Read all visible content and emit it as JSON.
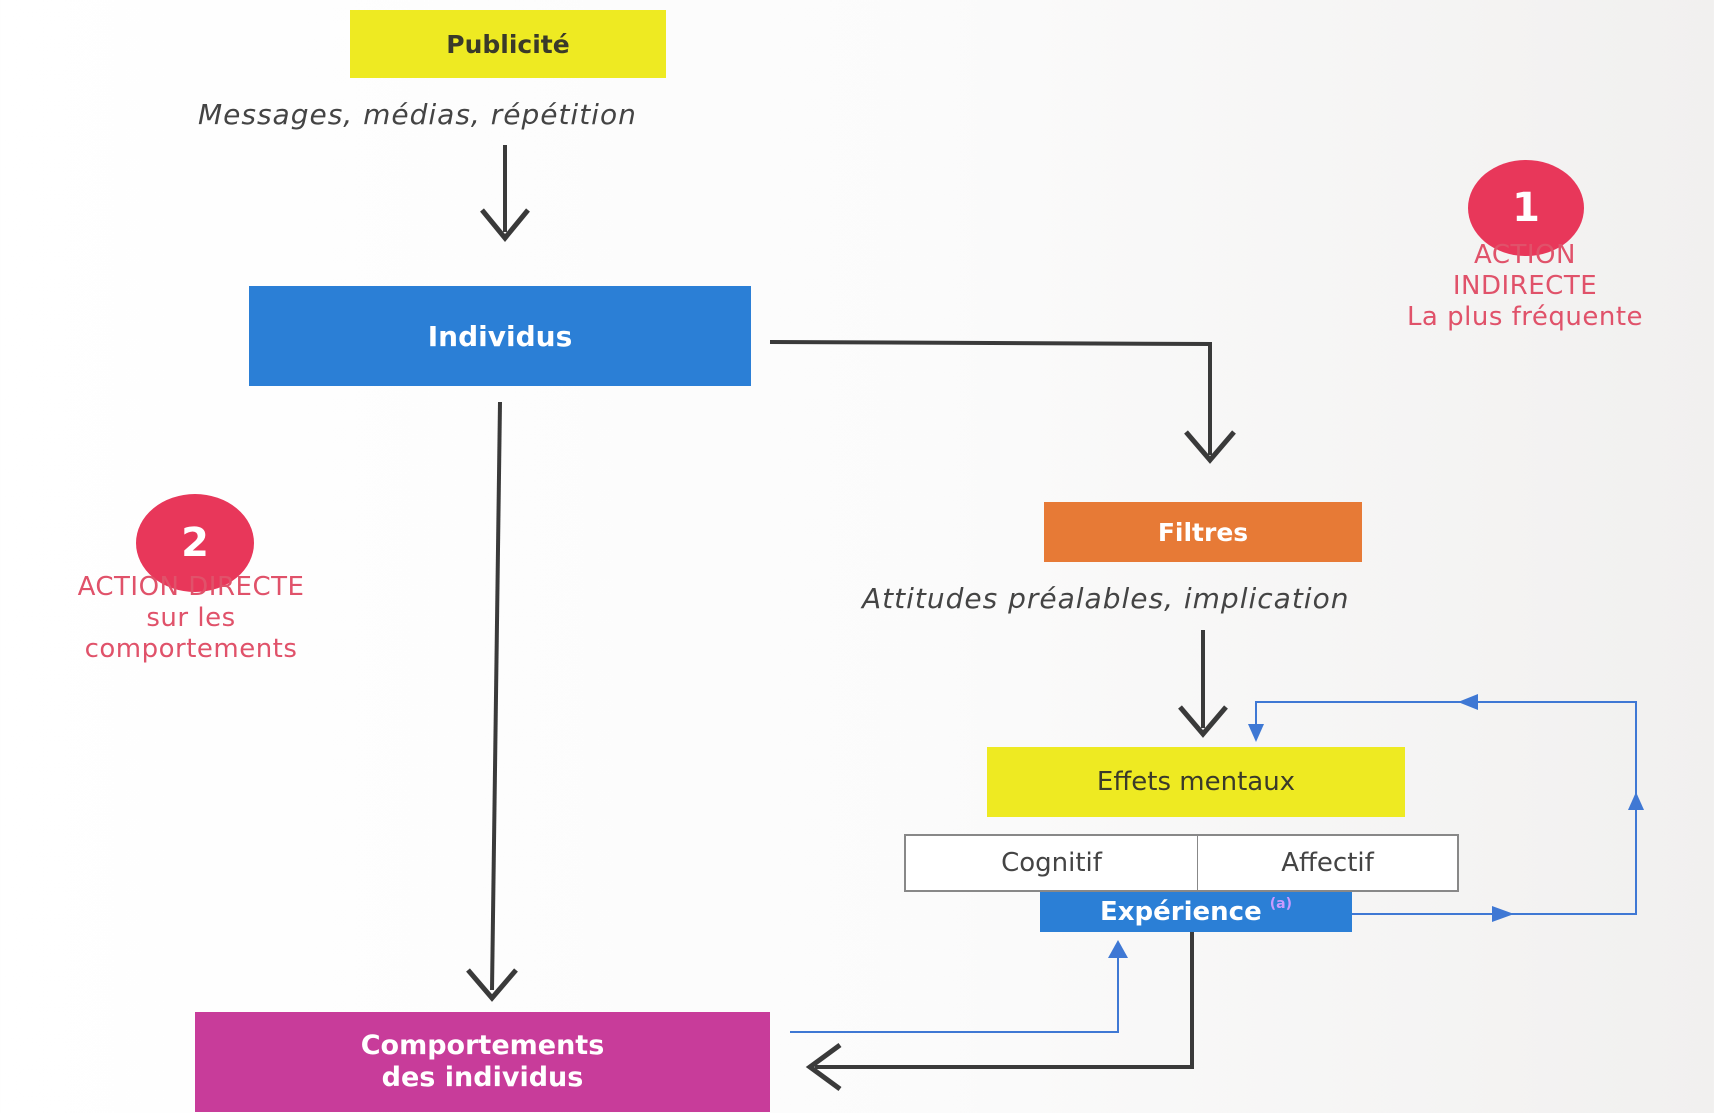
{
  "nodes": {
    "publicite": "Publicité",
    "publicite_caption": "Messages, médias, répétition",
    "individus": "Individus",
    "filtres": "Filtres",
    "filtres_caption": "Attitudes préalables, implication",
    "effets_mentaux": "Effets mentaux",
    "cognitif": "Cognitif",
    "affectif": "Affectif",
    "experience": "Expérience",
    "experience_note": "(a)",
    "comportements_line1": "Comportements",
    "comportements_line2": "des individus"
  },
  "annotations": {
    "action1": {
      "number": "1",
      "line1": "ACTION",
      "line2": "INDIRECTE",
      "line3": "La plus fréquente"
    },
    "action2": {
      "number": "2",
      "line1": "ACTION DIRECTE",
      "line2": "sur les",
      "line3": "comportements"
    }
  },
  "colors": {
    "yellow": "#eeea22",
    "blue": "#2b7fd6",
    "orange": "#e77a36",
    "magenta": "#c83c9a",
    "badge": "#e8375a",
    "annotation_text": "#e0526a",
    "feedback_arrow": "#3f78d4",
    "main_arrow": "#3a3a3a"
  }
}
